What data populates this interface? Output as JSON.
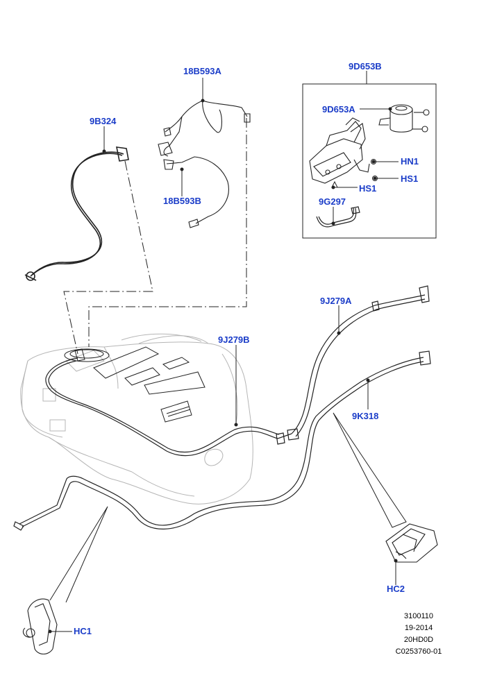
{
  "callouts": {
    "c18B593A": "18B593A",
    "c9D653B": "9D653B",
    "c9B324": "9B324",
    "c9D653A": "9D653A",
    "cHN1": "HN1",
    "cHS1_right": "HS1",
    "cHS1_left": "HS1",
    "c18B593B": "18B593B",
    "c9G297": "9G297",
    "c9J279A": "9J279A",
    "c9J279B": "9J279B",
    "c9K318": "9K318",
    "cHC1": "HC1",
    "cHC2": "HC2"
  },
  "footer": {
    "line1": "3100110",
    "line2": "19-2014",
    "line3": "20HD0D",
    "line4": "C0253760-01"
  },
  "colors": {
    "callout_text": "#1a3cc8",
    "line_art": "#222222",
    "ghost_tank": "#b8b8b8"
  }
}
